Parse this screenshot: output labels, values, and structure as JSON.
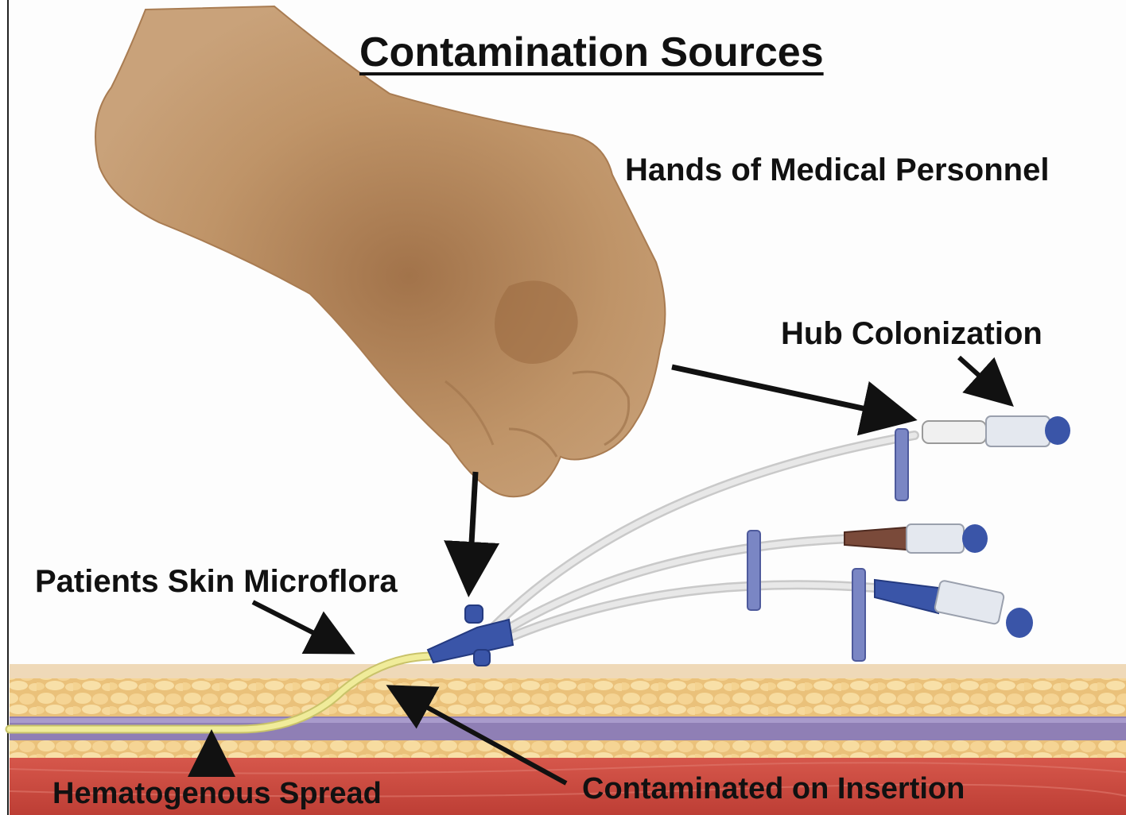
{
  "title": "Contamination Sources",
  "labels": {
    "hands": "Hands of Medical Personnel",
    "hub": "Hub Colonization",
    "skin": "Patients Skin Microflora",
    "hematogenous": "Hematogenous Spread",
    "insertion": "Contaminated on Insertion"
  },
  "colors": {
    "skin_surface": "#efd9b8",
    "fat_layer": "#f2d08c",
    "muscle_layer": "#cc4a40",
    "vessel": "#8f7fb5",
    "catheter_inside": "#f0ec9a",
    "hub_blue": "#3a55a8",
    "hand": "#b08258",
    "arrow": "#111111"
  }
}
